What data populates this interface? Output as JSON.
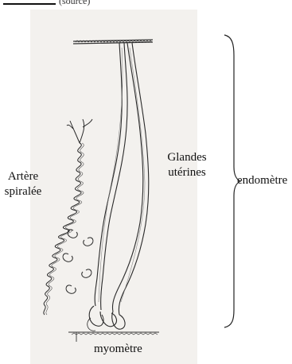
{
  "header_fragment": "(source)",
  "labels": {
    "artere_line1": "Artère",
    "artere_line2": "spiralée",
    "glandes_line1": "Glandes",
    "glandes_line2": "utérines",
    "endometre": "endomètre",
    "myometre": "myomètre"
  },
  "colors": {
    "plate": "#f3f1ee",
    "ink": "#222222"
  }
}
